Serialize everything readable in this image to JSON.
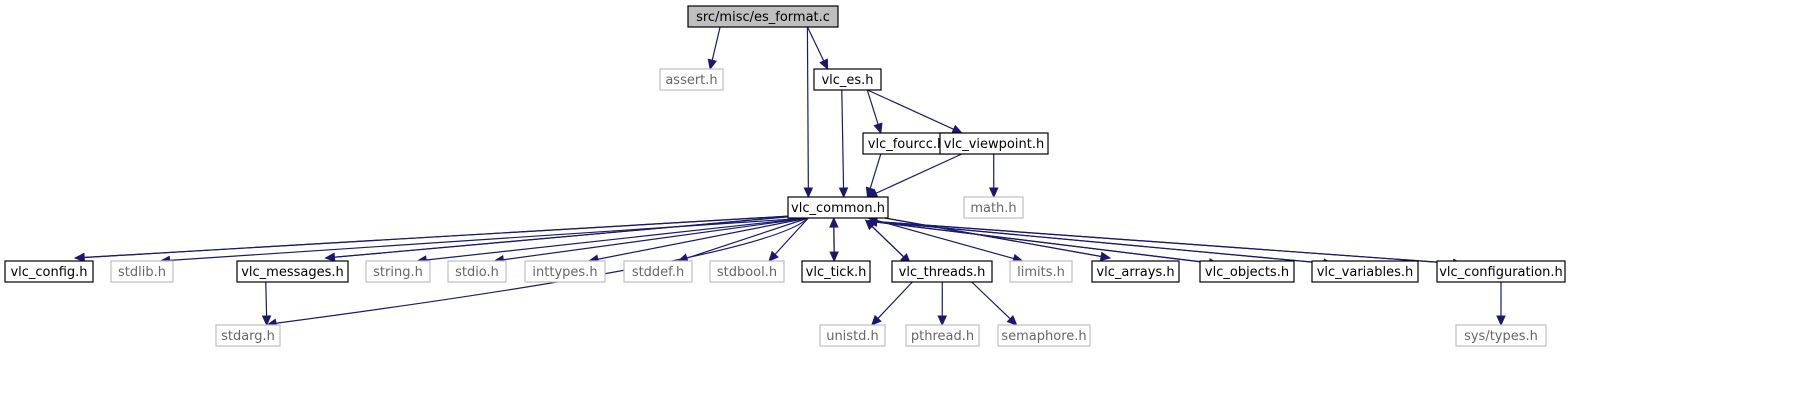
{
  "graph": {
    "nodes": [
      {
        "id": "es_format",
        "label": "src/misc/es_format.c",
        "kind": "main"
      },
      {
        "id": "assert",
        "label": "assert.h",
        "kind": "ext"
      },
      {
        "id": "vlc_es",
        "label": "vlc_es.h",
        "kind": "doc"
      },
      {
        "id": "vlc_fourcc",
        "label": "vlc_fourcc.h",
        "kind": "doc"
      },
      {
        "id": "vlc_viewpoint",
        "label": "vlc_viewpoint.h",
        "kind": "doc"
      },
      {
        "id": "math",
        "label": "math.h",
        "kind": "ext"
      },
      {
        "id": "vlc_common",
        "label": "vlc_common.h",
        "kind": "doc"
      },
      {
        "id": "vlc_config",
        "label": "vlc_config.h",
        "kind": "doc"
      },
      {
        "id": "stdlib",
        "label": "stdlib.h",
        "kind": "ext"
      },
      {
        "id": "vlc_messages",
        "label": "vlc_messages.h",
        "kind": "doc"
      },
      {
        "id": "string",
        "label": "string.h",
        "kind": "ext"
      },
      {
        "id": "stdio",
        "label": "stdio.h",
        "kind": "ext"
      },
      {
        "id": "inttypes",
        "label": "inttypes.h",
        "kind": "ext"
      },
      {
        "id": "stddef",
        "label": "stddef.h",
        "kind": "ext"
      },
      {
        "id": "stdbool",
        "label": "stdbool.h",
        "kind": "ext"
      },
      {
        "id": "vlc_tick",
        "label": "vlc_tick.h",
        "kind": "doc"
      },
      {
        "id": "vlc_threads",
        "label": "vlc_threads.h",
        "kind": "doc"
      },
      {
        "id": "limits",
        "label": "limits.h",
        "kind": "ext"
      },
      {
        "id": "vlc_arrays",
        "label": "vlc_arrays.h",
        "kind": "doc"
      },
      {
        "id": "vlc_objects",
        "label": "vlc_objects.h",
        "kind": "doc"
      },
      {
        "id": "vlc_variables",
        "label": "vlc_variables.h",
        "kind": "doc"
      },
      {
        "id": "vlc_configuration",
        "label": "vlc_configuration.h",
        "kind": "doc"
      },
      {
        "id": "stdarg",
        "label": "stdarg.h",
        "kind": "ext"
      },
      {
        "id": "unistd",
        "label": "unistd.h",
        "kind": "ext"
      },
      {
        "id": "pthread",
        "label": "pthread.h",
        "kind": "ext"
      },
      {
        "id": "semaphore",
        "label": "semaphore.h",
        "kind": "ext"
      },
      {
        "id": "sys_types",
        "label": "sys/types.h",
        "kind": "ext"
      }
    ],
    "edges": [
      {
        "from": "es_format",
        "to": "assert"
      },
      {
        "from": "es_format",
        "to": "vlc_es"
      },
      {
        "from": "es_format",
        "to": "vlc_common"
      },
      {
        "from": "vlc_es",
        "to": "vlc_fourcc"
      },
      {
        "from": "vlc_es",
        "to": "vlc_viewpoint"
      },
      {
        "from": "vlc_es",
        "to": "vlc_common"
      },
      {
        "from": "vlc_fourcc",
        "to": "vlc_common"
      },
      {
        "from": "vlc_viewpoint",
        "to": "vlc_common"
      },
      {
        "from": "vlc_viewpoint",
        "to": "math"
      },
      {
        "from": "vlc_common",
        "to": "vlc_config"
      },
      {
        "from": "vlc_common",
        "to": "stdlib"
      },
      {
        "from": "vlc_common",
        "to": "vlc_messages"
      },
      {
        "from": "vlc_common",
        "to": "string"
      },
      {
        "from": "vlc_common",
        "to": "stdio"
      },
      {
        "from": "vlc_common",
        "to": "inttypes"
      },
      {
        "from": "vlc_common",
        "to": "stddef"
      },
      {
        "from": "vlc_common",
        "to": "stdbool"
      },
      {
        "from": "vlc_common",
        "to": "vlc_tick"
      },
      {
        "from": "vlc_common",
        "to": "vlc_threads"
      },
      {
        "from": "vlc_common",
        "to": "limits"
      },
      {
        "from": "vlc_common",
        "to": "vlc_arrays"
      },
      {
        "from": "vlc_common",
        "to": "vlc_objects"
      },
      {
        "from": "vlc_common",
        "to": "vlc_variables"
      },
      {
        "from": "vlc_common",
        "to": "vlc_configuration"
      },
      {
        "from": "vlc_common",
        "to": "stdarg"
      },
      {
        "from": "vlc_config",
        "to": "vlc_common"
      },
      {
        "from": "vlc_messages",
        "to": "vlc_common"
      },
      {
        "from": "vlc_messages",
        "to": "stdarg"
      },
      {
        "from": "vlc_tick",
        "to": "vlc_common"
      },
      {
        "from": "vlc_threads",
        "to": "vlc_common"
      },
      {
        "from": "vlc_threads",
        "to": "unistd"
      },
      {
        "from": "vlc_threads",
        "to": "pthread"
      },
      {
        "from": "vlc_threads",
        "to": "semaphore"
      },
      {
        "from": "vlc_arrays",
        "to": "vlc_common"
      },
      {
        "from": "vlc_objects",
        "to": "vlc_common"
      },
      {
        "from": "vlc_variables",
        "to": "vlc_common"
      },
      {
        "from": "vlc_configuration",
        "to": "vlc_common"
      },
      {
        "from": "vlc_configuration",
        "to": "sys_types"
      }
    ]
  }
}
